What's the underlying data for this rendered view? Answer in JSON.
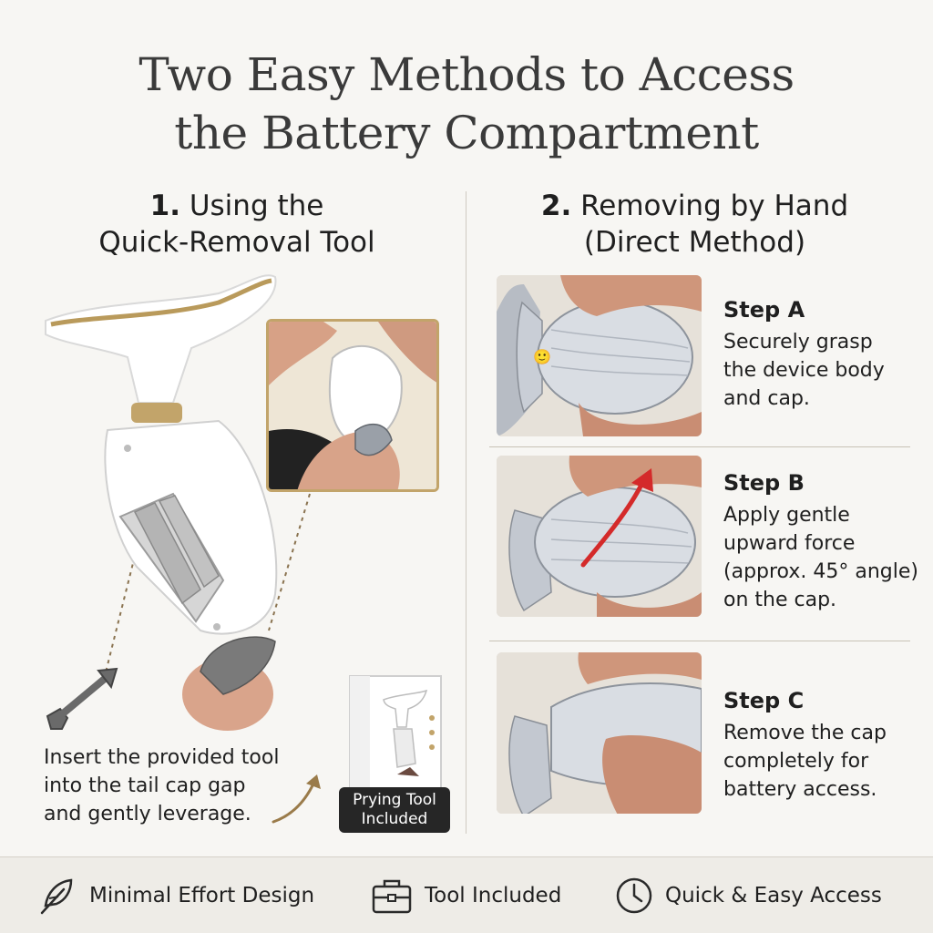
{
  "title": {
    "line1": "Two Easy Methods to Access",
    "line2": "the Battery Compartment"
  },
  "method1": {
    "number": "1.",
    "heading_line1": "Using the",
    "heading_line2": "Quick-Removal Tool",
    "caption_line1": "Insert the provided tool",
    "caption_line2": "into the tail cap gap",
    "caption_line3": "and gently leverage.",
    "tag_line1": "Prying Tool",
    "tag_line2": "Included"
  },
  "method2": {
    "number": "2.",
    "heading_line1": "Removing by Hand",
    "heading_line2": "(Direct Method)",
    "steps": [
      {
        "title": "Step A",
        "lines": [
          "Securely grasp",
          "the device body",
          "and cap."
        ]
      },
      {
        "title": "Step B",
        "lines": [
          "Apply gentle",
          "upward force",
          "(approx. 45° angle)",
          "on the cap."
        ]
      },
      {
        "title": "Step C",
        "lines": [
          "Remove the cap",
          "completely for",
          "battery access."
        ]
      }
    ]
  },
  "footer": {
    "features": [
      {
        "icon": "feather-icon",
        "label": "Minimal Effort Design"
      },
      {
        "icon": "toolbox-icon",
        "label": "Tool Included"
      },
      {
        "icon": "clock-icon",
        "label": "Quick & Easy Access"
      }
    ]
  },
  "colors": {
    "background": "#f7f6f3",
    "accent_gold": "#c2a46a",
    "arrow_red": "#d42a2a",
    "footer_bg": "#eeece7",
    "tag_bg": "#262626"
  }
}
